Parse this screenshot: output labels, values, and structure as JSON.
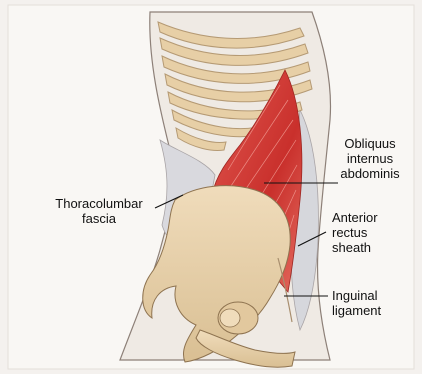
{
  "figure": {
    "labels": {
      "thoracolumbar": [
        "Thoracolumbar",
        "fascia"
      ],
      "obliquus": [
        "Obliquus",
        "internus",
        "abdominis"
      ],
      "anterior": [
        "Anterior",
        "rectus",
        "sheath"
      ],
      "inguinal": [
        "Inguinal",
        "ligament"
      ]
    },
    "colors": {
      "muscle": "#d8453f",
      "bone": "#e9d3b0",
      "rib": "#e7cfa6",
      "fascia": "#d9d9de"
    }
  }
}
